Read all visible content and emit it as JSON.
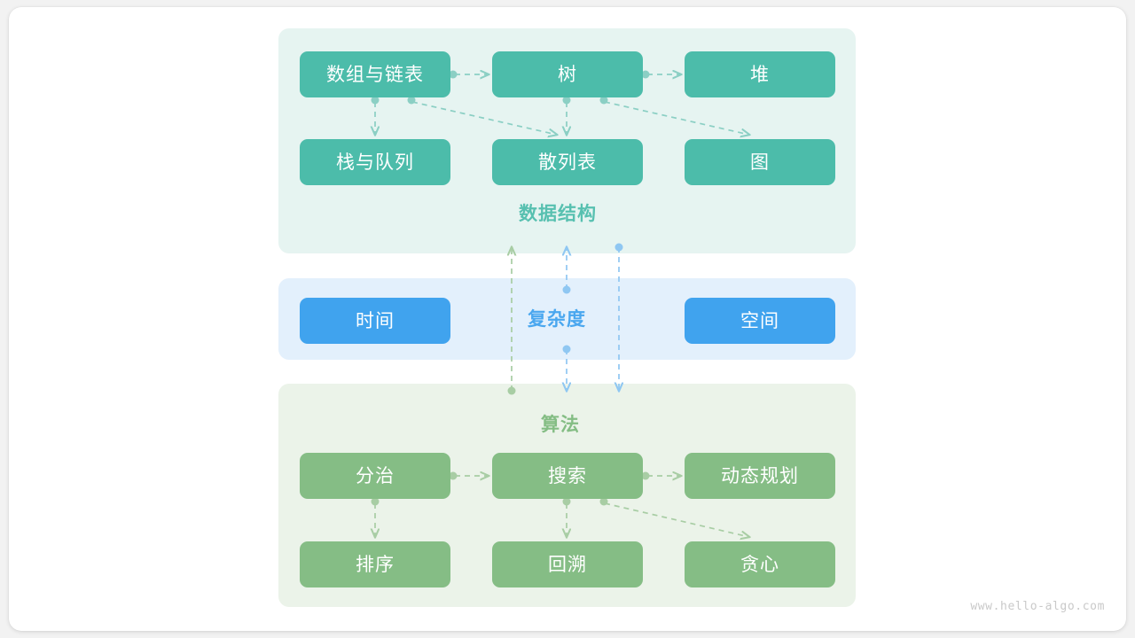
{
  "watermark": "www.hello-algo.com",
  "colors": {
    "page_background": "#f2f2f2",
    "card_background": "#ffffff",
    "teal_node": "#4cbcaa",
    "blue_node": "#40a3ee",
    "green_node": "#85bd85",
    "teal_panel": "#e6f4f1",
    "blue_panel": "#e3f0fc",
    "green_panel": "#ebf3e9",
    "teal_caption": "#57c0b0",
    "blue_caption": "#4aa7ef",
    "green_caption": "#84bd84",
    "teal_wire": "#8bcfc4",
    "blue_wire": "#8fc7f2",
    "green_wire": "#a8cda4"
  },
  "sections": {
    "data_structure": {
      "caption": "数据结构",
      "nodes": [
        {
          "label": "数组与链表"
        },
        {
          "label": "树"
        },
        {
          "label": "堆"
        },
        {
          "label": "栈与队列"
        },
        {
          "label": "散列表"
        },
        {
          "label": "图"
        }
      ]
    },
    "complexity": {
      "caption": "复杂度",
      "nodes": [
        {
          "label": "时间"
        },
        {
          "label": "空间"
        }
      ]
    },
    "algorithm": {
      "caption": "算法",
      "nodes": [
        {
          "label": "分治"
        },
        {
          "label": "搜索"
        },
        {
          "label": "动态规划"
        },
        {
          "label": "排序"
        },
        {
          "label": "回溯"
        },
        {
          "label": "贪心"
        }
      ]
    }
  },
  "edges": {
    "data_structure": [
      {
        "from": "数组与链表",
        "to": "树"
      },
      {
        "from": "树",
        "to": "堆"
      },
      {
        "from": "数组与链表",
        "to": "栈与队列"
      },
      {
        "from": "数组与链表",
        "to": "散列表"
      },
      {
        "from": "树",
        "to": "散列表"
      },
      {
        "from": "树",
        "to": "图"
      }
    ],
    "algorithm": [
      {
        "from": "分治",
        "to": "搜索"
      },
      {
        "from": "搜索",
        "to": "动态规划"
      },
      {
        "from": "分治",
        "to": "排序"
      },
      {
        "from": "搜索",
        "to": "回溯"
      },
      {
        "from": "搜索",
        "to": "贪心"
      }
    ],
    "cross_section": [
      {
        "from": "算法",
        "to": "数据结构"
      },
      {
        "from": "复杂度",
        "to": "数据结构"
      },
      {
        "from": "复杂度",
        "to": "算法"
      },
      {
        "from": "数据结构",
        "to": "算法"
      }
    ]
  }
}
